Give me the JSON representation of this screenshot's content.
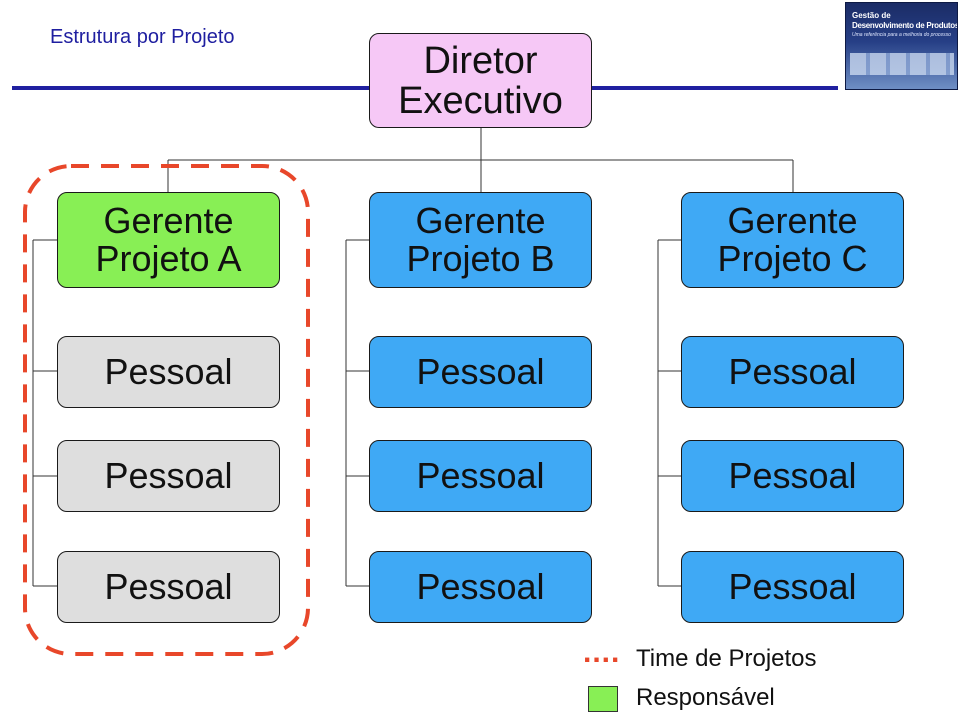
{
  "slide": {
    "title": "Estrutura por Projeto"
  },
  "logo": {
    "line1": "Gestão de",
    "line2": "Desenvolvimento de Produtos",
    "line3": "Uma referência para a melhoria do processo"
  },
  "diagram": {
    "director": "Diretor\nExecutivo",
    "projects": [
      {
        "manager": "Gerente\nProjeto A",
        "staff": [
          "Pessoal",
          "Pessoal",
          "Pessoal"
        ]
      },
      {
        "manager": "Gerente\nProjeto B",
        "staff": [
          "Pessoal",
          "Pessoal",
          "Pessoal"
        ]
      },
      {
        "manager": "Gerente\nProjeto C",
        "staff": [
          "Pessoal",
          "Pessoal",
          "Pessoal"
        ]
      }
    ],
    "colors": {
      "director": "#f6c8f6",
      "responsible": "#88ef55",
      "manager": "#3fa9f5",
      "staff_highlight": "#dedede",
      "team_outline": "#e8472a"
    }
  },
  "legend": {
    "team_label": "Time de Projetos",
    "team_marker": "....",
    "responsible_label": "Responsável"
  }
}
